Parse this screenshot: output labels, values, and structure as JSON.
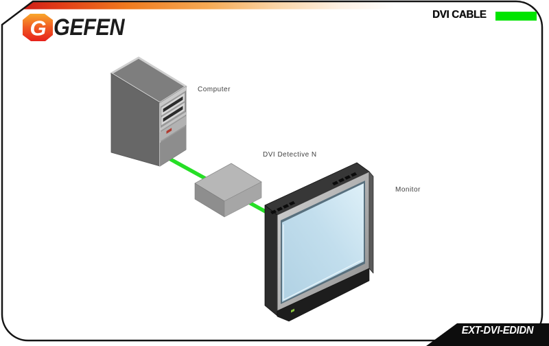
{
  "brand": {
    "logo_letter": "G",
    "logo_text": "GEFEN"
  },
  "legend": {
    "label": "DVI CABLE",
    "cable_color": "#00e400"
  },
  "footer": {
    "model": "EXT-DVI-EDIDN"
  },
  "diagram": {
    "nodes": [
      {
        "id": "computer",
        "label": "Computer"
      },
      {
        "id": "dvi-detective-n",
        "label": "DVI Detective N"
      },
      {
        "id": "monitor",
        "label": "Monitor"
      }
    ],
    "connections": [
      {
        "from": "computer",
        "to": "dvi-detective-n",
        "cable": "DVI CABLE",
        "color": "#2ae42a"
      },
      {
        "from": "dvi-detective-n",
        "to": "monitor",
        "cable": "DVI CABLE",
        "color": "#2ae42a"
      }
    ]
  },
  "colors": {
    "accent_red": "#d8251a",
    "accent_orange": "#f07d1f",
    "banner_black": "#0d0d0d",
    "cable_green": "#2ae42a",
    "screen_blue": "#bcd9e9"
  }
}
